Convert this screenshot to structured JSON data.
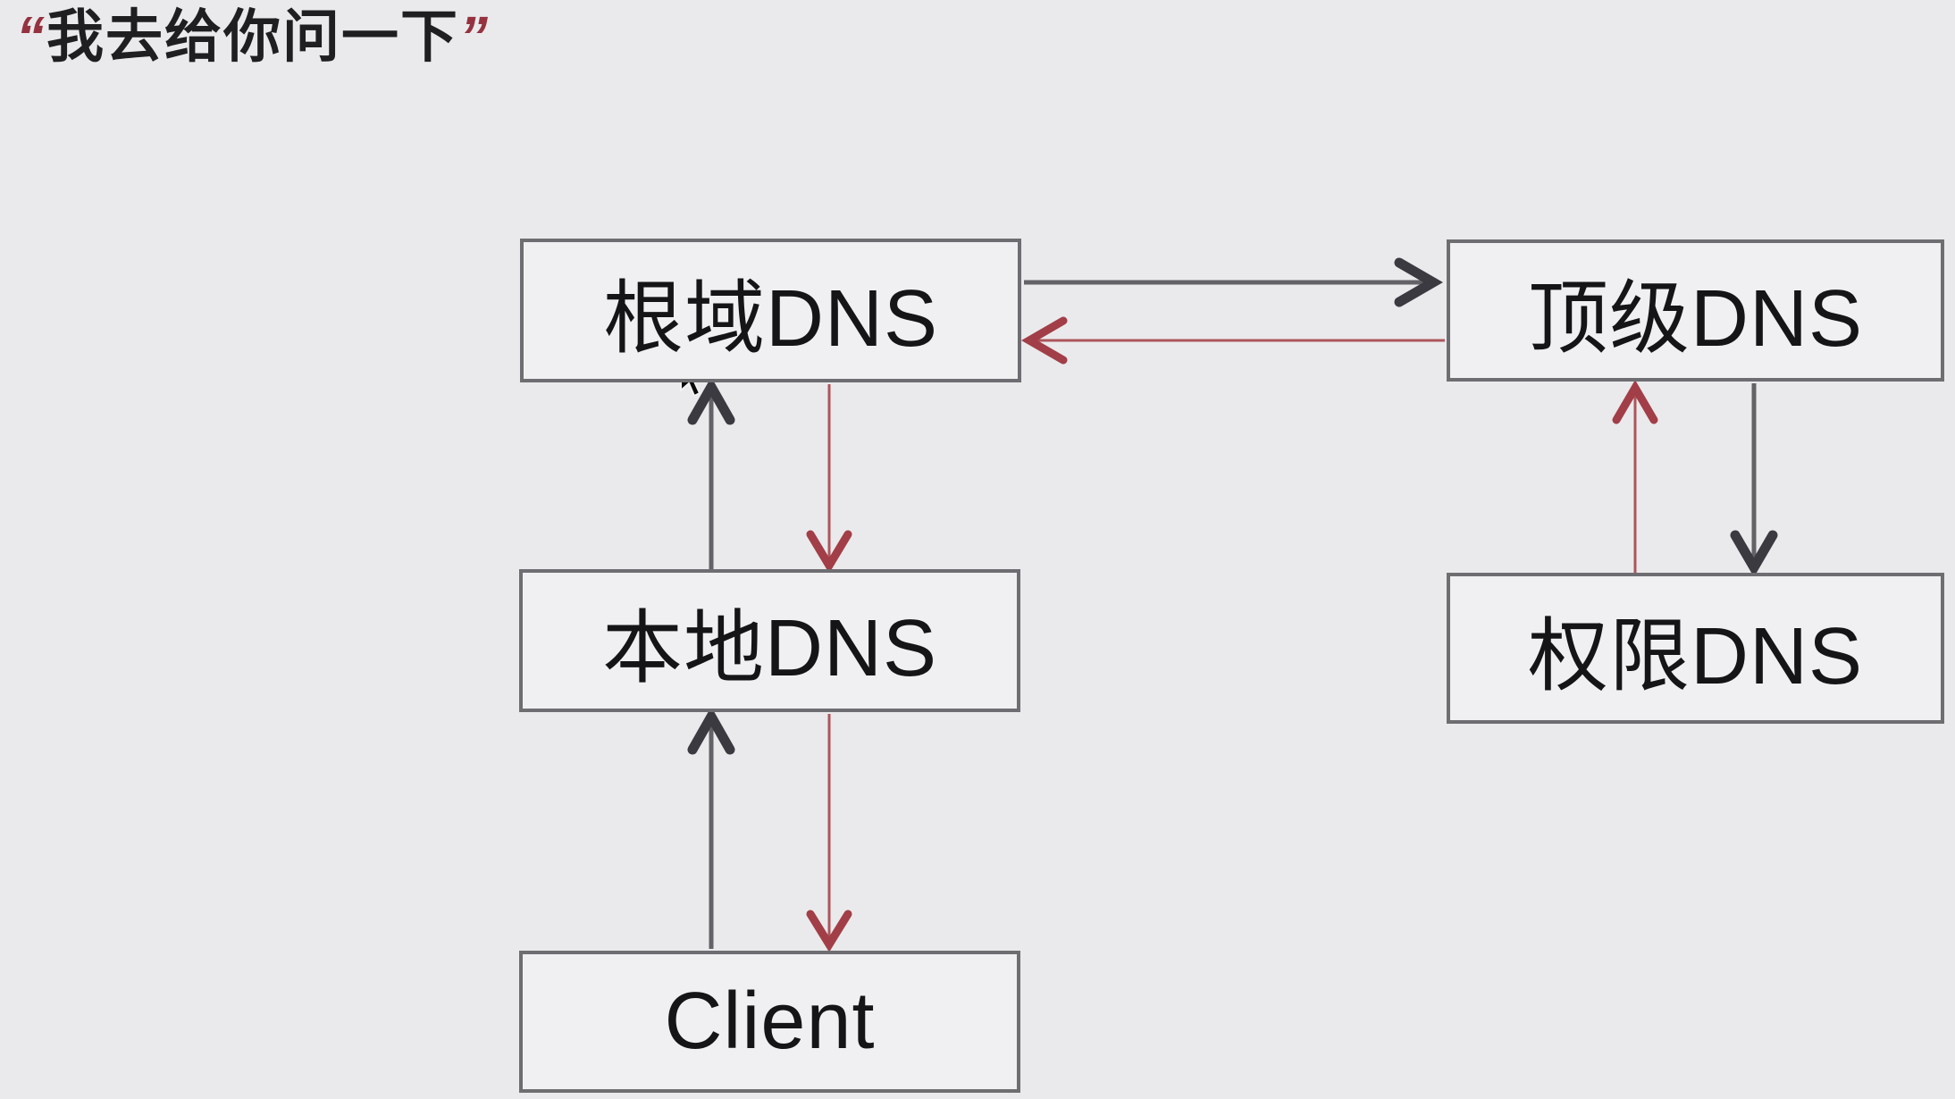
{
  "page": {
    "background_color": "#eaeaec"
  },
  "title": {
    "open_quote": "“",
    "text": "我去给你问一下",
    "close_quote": "”",
    "quote_color": "#96323f",
    "text_color": "#1f1f22"
  },
  "diagram": {
    "nodes": [
      {
        "id": "root-dns",
        "label": "根域DNS"
      },
      {
        "id": "tld-dns",
        "label": "顶级DNS"
      },
      {
        "id": "local-dns",
        "label": "本地DNS"
      },
      {
        "id": "auth-dns",
        "label": "权限DNS"
      },
      {
        "id": "client",
        "label": "Client"
      }
    ],
    "edges": [
      {
        "from": "root-dns",
        "to": "tld-dns",
        "color": "#3a3a40",
        "style": "query"
      },
      {
        "from": "tld-dns",
        "to": "root-dns",
        "color": "#a23e47",
        "style": "answer"
      },
      {
        "from": "local-dns",
        "to": "root-dns",
        "color": "#3a3a40",
        "style": "query"
      },
      {
        "from": "root-dns",
        "to": "local-dns",
        "color": "#a23e47",
        "style": "answer"
      },
      {
        "from": "client",
        "to": "local-dns",
        "color": "#3a3a40",
        "style": "query"
      },
      {
        "from": "local-dns",
        "to": "client",
        "color": "#a23e47",
        "style": "answer"
      },
      {
        "from": "auth-dns",
        "to": "tld-dns",
        "color": "#a23e47",
        "style": "answer"
      },
      {
        "from": "tld-dns",
        "to": "auth-dns",
        "color": "#3a3a40",
        "style": "query"
      }
    ],
    "colors": {
      "gray_line": "#636367",
      "gray_arrowhead": "#3a3a40",
      "red_line": "#ad565c",
      "red_arrowhead": "#a23e47",
      "box_border": "#6e6e72",
      "box_fill": "#f0f0f2"
    }
  },
  "icons": {
    "cursor": "mouse-pointer"
  }
}
